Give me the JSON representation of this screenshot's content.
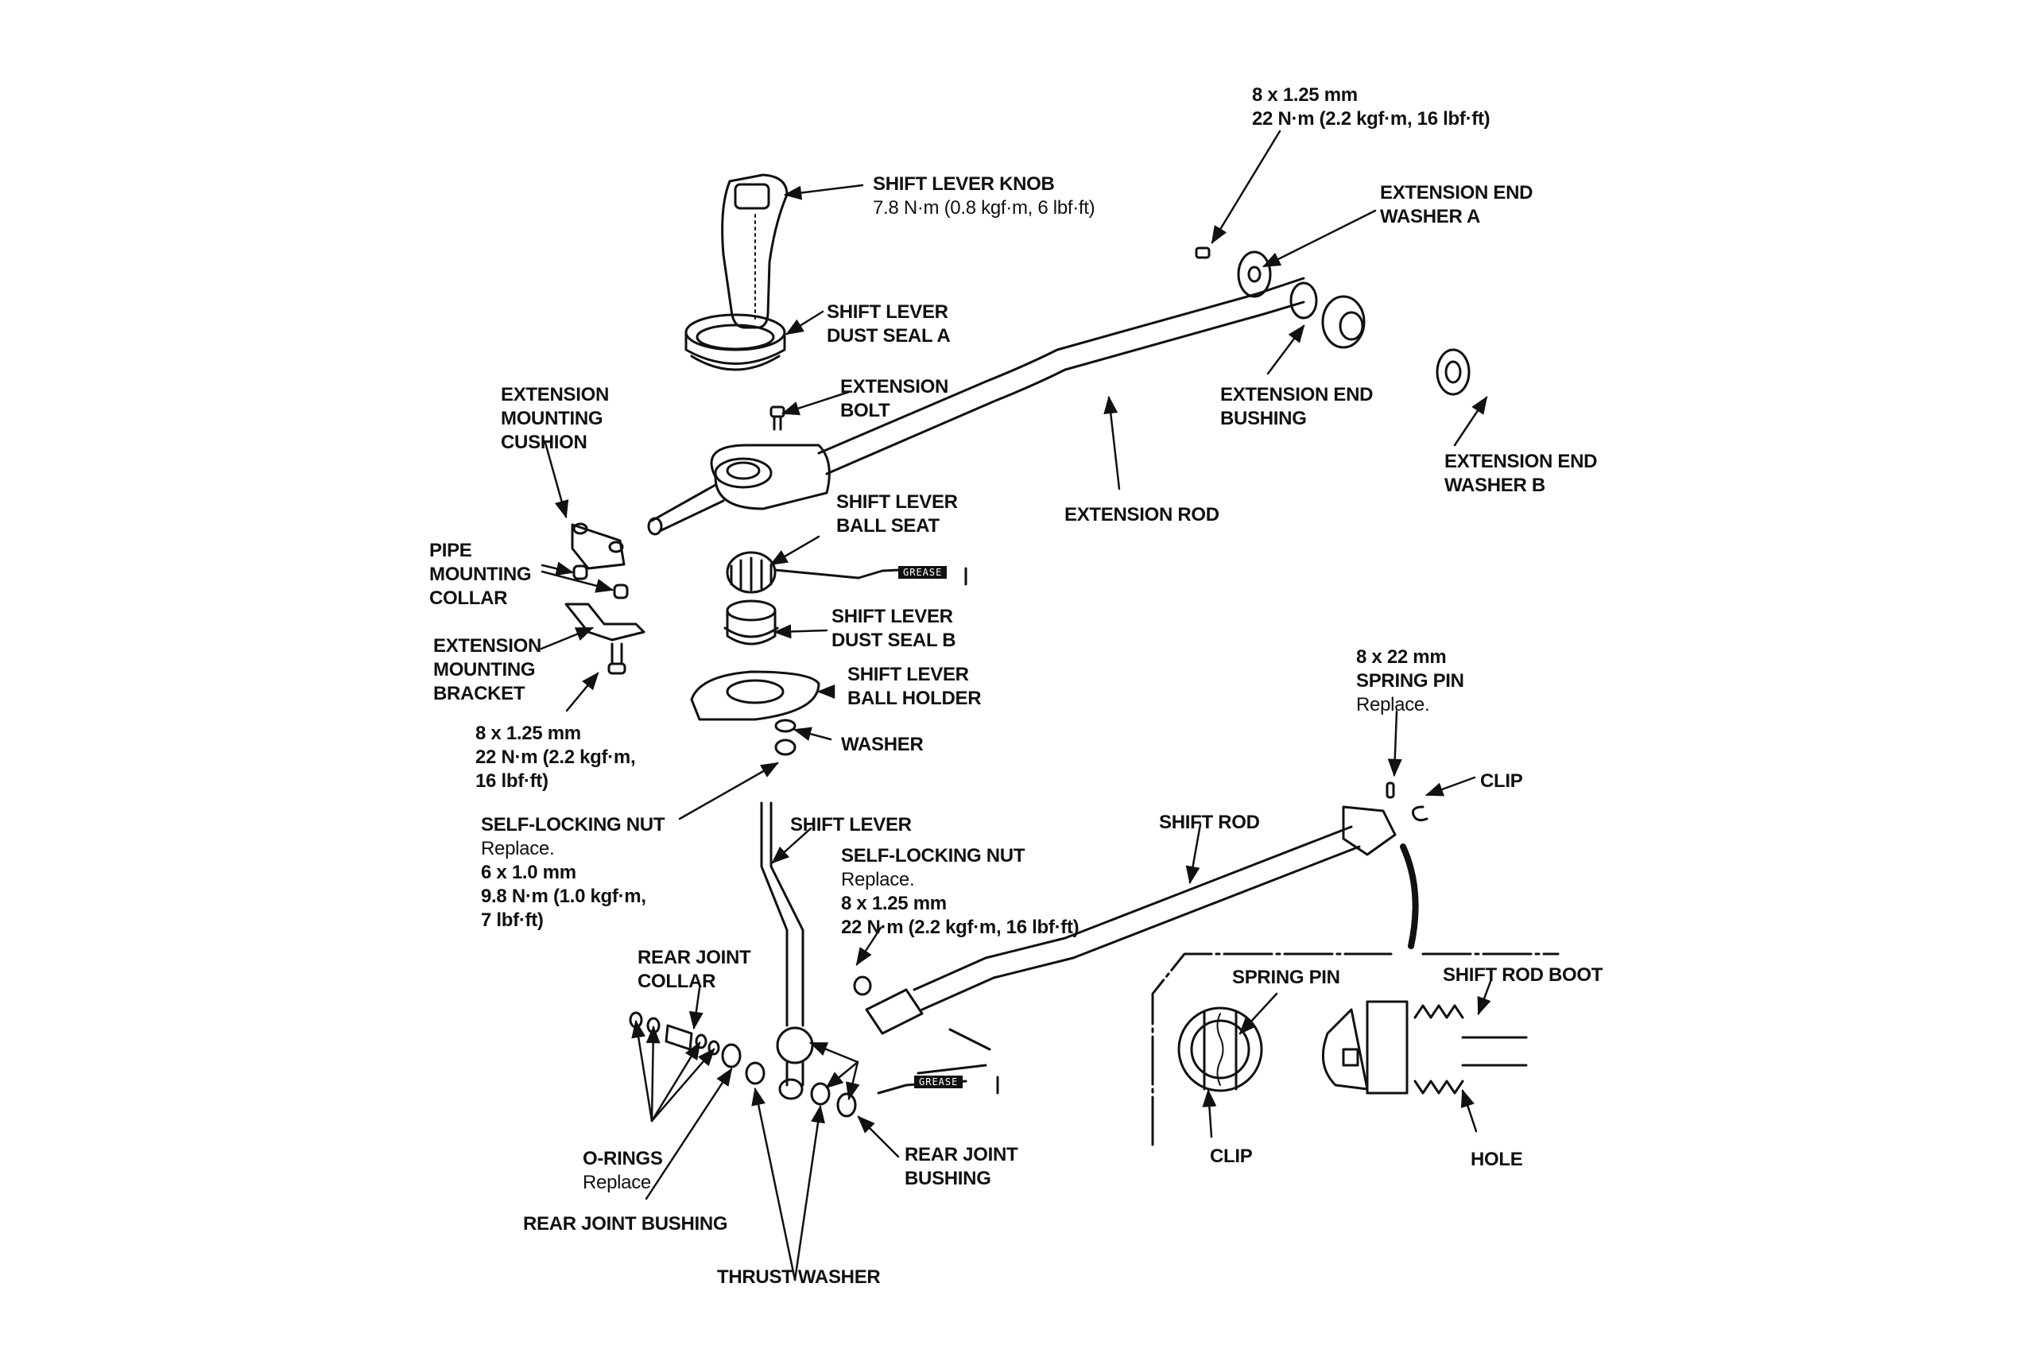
{
  "diagram": {
    "title": "Shift lever and extension rod assembly (exploded view)",
    "colors": {
      "ink": "#111111",
      "background": "#ffffff"
    },
    "labels": {
      "top_bolt": {
        "lines": [
          "8 x 1.25 mm",
          "22 N·m (2.2 kgf·m, 16 lbf·ft)"
        ]
      },
      "ext_end_washer_a": {
        "lines": [
          "EXTENSION END",
          "WASHER A"
        ]
      },
      "knob": {
        "lines": [
          "SHIFT LEVER KNOB"
        ],
        "spec": "7.8 N·m (0.8 kgf·m, 6 lbf·ft)"
      },
      "dust_seal_a": {
        "lines": [
          "SHIFT LEVER",
          "DUST SEAL A"
        ]
      },
      "ext_bolt": {
        "lines": [
          "EXTENSION",
          "BOLT"
        ]
      },
      "ext_end_bushing": {
        "lines": [
          "EXTENSION END",
          "BUSHING"
        ]
      },
      "ext_end_washer_b": {
        "lines": [
          "EXTENSION END",
          "WASHER B"
        ]
      },
      "ext_mount_cushion": {
        "lines": [
          "EXTENSION",
          "MOUNTING",
          "CUSHION"
        ]
      },
      "ball_seat": {
        "lines": [
          "SHIFT LEVER",
          "BALL SEAT"
        ]
      },
      "extension_rod": {
        "lines": [
          "EXTENSION ROD"
        ]
      },
      "pipe_collar": {
        "lines": [
          "PIPE",
          "MOUNTING",
          "COLLAR"
        ]
      },
      "dust_seal_b": {
        "lines": [
          "SHIFT LEVER",
          "DUST SEAL B"
        ]
      },
      "ext_mount_bracket": {
        "lines": [
          "EXTENSION",
          "MOUNTING",
          "BRACKET"
        ]
      },
      "ball_holder": {
        "lines": [
          "SHIFT LEVER",
          "BALL HOLDER"
        ]
      },
      "bracket_bolt": {
        "lines": [
          "8 x 1.25 mm",
          "22 N·m (2.2 kgf·m,",
          "16 lbf·ft)"
        ]
      },
      "washer": {
        "lines": [
          "WASHER"
        ]
      },
      "spring_pin_top": {
        "size": "8 x 22 mm",
        "name": "SPRING PIN",
        "note": "Replace."
      },
      "clip_top": {
        "lines": [
          "CLIP"
        ]
      },
      "nut_left": {
        "name": "SELF-LOCKING NUT",
        "note": "Replace.",
        "spec": [
          "6 x 1.0 mm",
          "9.8 N·m (1.0 kgf·m,",
          "7 lbf·ft)"
        ]
      },
      "shift_lever": {
        "lines": [
          "SHIFT LEVER"
        ]
      },
      "shift_rod": {
        "lines": [
          "SHIFT ROD"
        ]
      },
      "nut_right": {
        "name": "SELF-LOCKING NUT",
        "note": "Replace.",
        "spec": [
          "8 x 1.25 mm",
          "22 N·m (2.2 kgf·m, 16 lbf·ft)"
        ]
      },
      "rear_joint_collar": {
        "lines": [
          "REAR JOINT",
          "COLLAR"
        ]
      },
      "inset_spring_pin": {
        "lines": [
          "SPRING PIN"
        ]
      },
      "inset_boot": {
        "lines": [
          "SHIFT ROD BOOT"
        ]
      },
      "o_rings": {
        "name": "O-RINGS",
        "note": "Replace."
      },
      "rear_joint_bushing_r": {
        "lines": [
          "REAR JOINT",
          "BUSHING"
        ]
      },
      "inset_clip": {
        "lines": [
          "CLIP"
        ]
      },
      "inset_hole": {
        "lines": [
          "HOLE"
        ]
      },
      "rear_joint_bushing_l": {
        "lines": [
          "REAR JOINT BUSHING"
        ]
      },
      "thrust_washer": {
        "lines": [
          "THRUST WASHER"
        ]
      }
    },
    "grease_tag": "GREASE"
  }
}
